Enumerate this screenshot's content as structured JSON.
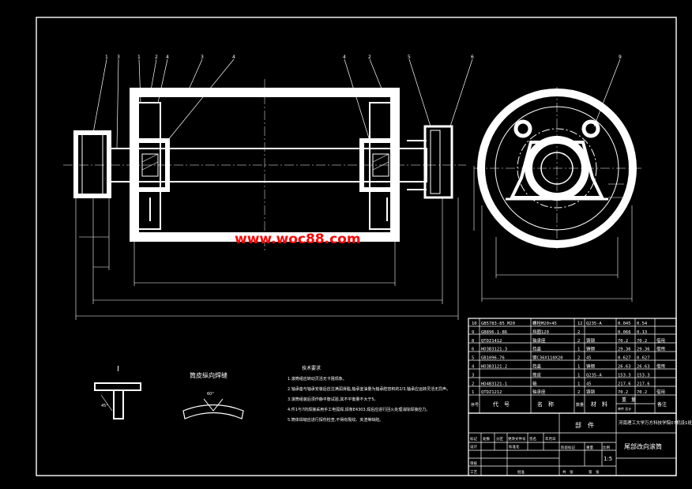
{
  "watermark": "www.woc88.com",
  "balloons": [
    "1",
    "3",
    "1",
    "2",
    "4",
    "3",
    "4",
    "4",
    "2",
    "5",
    "6",
    "9"
  ],
  "section_marker": "I",
  "weld_title": "筒皮纵向焊缝",
  "weld_angle": "60°",
  "angle_45": "45°",
  "notes_title": "技术要求",
  "notes": [
    "1.滚筒组应转动灵活无卡阻现象。",
    "2.轴承座与轴承安装后应注满润滑脂,轴承室油量为轴承腔容积的2/3,轴承应运转灵活无异声。",
    "3.滚筒组装后须作静平衡试验,其不平衡量不大于5。",
    "4.件1与7的焊接采用手工电弧焊,焊条E4303,焊后应进行回火处理消除焊接应力。",
    "5.筒体焊缝应进行探伤检查,不得有裂纹、夹渣等缺陷。"
  ],
  "bom_rows": [
    [
      "10",
      "GB5783-85 M20",
      "螺栓M20×45",
      "12",
      "Q235-A",
      "0.045",
      "0.54",
      ""
    ],
    [
      "9",
      "GB896.1-86",
      "挡圈120",
      "2",
      "",
      "0.066",
      "0.13",
      ""
    ],
    [
      "8",
      "QTDZ1412",
      "轴承座",
      "2",
      "铸钢",
      "70.2",
      "70.2",
      "借用"
    ],
    [
      "6",
      "HD3B3121.3",
      "挡盖",
      "1",
      "铸钢",
      "29.36",
      "29.36",
      "借用"
    ],
    [
      "5",
      "GB1096-76",
      "键C36X110X20",
      "2",
      "45",
      "0.627",
      "0.627",
      ""
    ],
    [
      "4",
      "HD3B3121.2",
      "挡盖",
      "1",
      "铸钢",
      "26.63",
      "26.63",
      "借用"
    ],
    [
      "3",
      "",
      "筒皮",
      "1",
      "Q235-A",
      "153.3",
      "153.3",
      ""
    ],
    [
      "2",
      "HD4B3121-1",
      "轴",
      "1",
      "45",
      "217.6",
      "217.6",
      ""
    ],
    [
      "1",
      "QTDZ1212",
      "轴承座",
      "2",
      "铸钢",
      "70.2",
      "70.2",
      "借用"
    ]
  ],
  "bom_header": {
    "no": "序号",
    "code": "代　号",
    "name": "名　称",
    "qty": "数量",
    "material": "材　料",
    "weight": "重　量",
    "unit_total": "单件 总计",
    "remark": "备注"
  },
  "title_block": {
    "school": "河南理工大学万方科技学院07机设1班",
    "part_label": "部　件",
    "drawing_title": "尾部改向滚筒",
    "stage_mark": "阶段标记",
    "weight_label": "重量",
    "scale_label": "比例",
    "scale": "1:5",
    "sheet_total": "共　张",
    "sheet_no": "第　张",
    "row_labels": [
      "标记",
      "处数",
      "分区",
      "更改文件号",
      "签名",
      "年月日"
    ],
    "designer": "设计",
    "standardization": "标准化",
    "checker": "审核",
    "process": "工艺",
    "approve": "批准"
  },
  "colors": {
    "background": "#000000",
    "lines": "#ffffff",
    "watermark": "#ff0000"
  }
}
